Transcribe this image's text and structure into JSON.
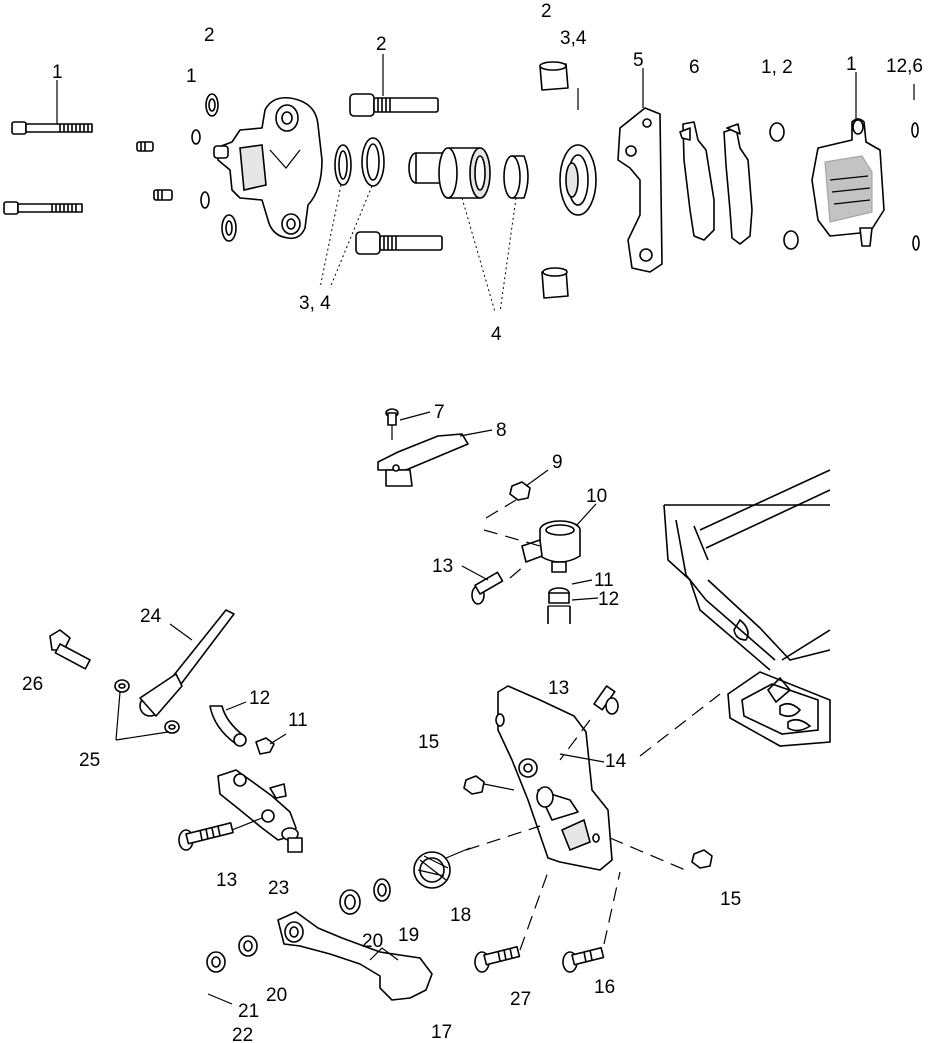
{
  "callouts": {
    "c1a": "1",
    "c1b": "1",
    "c1c": "1",
    "c1_2": "1, 2",
    "c2a": "2",
    "c2b": "2",
    "c2c": "2",
    "c3_4a": "3,4",
    "c3_4b": "3, 4",
    "c4": "4",
    "c5": "5",
    "c6": "6",
    "c12_6": "12,6",
    "c7": "7",
    "c8": "8",
    "c9": "9",
    "c10": "10",
    "c11a": "11",
    "c11b": "11",
    "c12a": "12",
    "c12b": "12",
    "c13a": "13",
    "c13b": "13",
    "c13c": "13",
    "c14": "14",
    "c15a": "15",
    "c15b": "15",
    "c16": "16",
    "c17": "17",
    "c18": "18",
    "c19": "19",
    "c20a": "20",
    "c20b": "20",
    "c21": "21",
    "c22": "22",
    "c23": "23",
    "c24": "24",
    "c25": "25",
    "c26": "26",
    "c27": "27"
  }
}
